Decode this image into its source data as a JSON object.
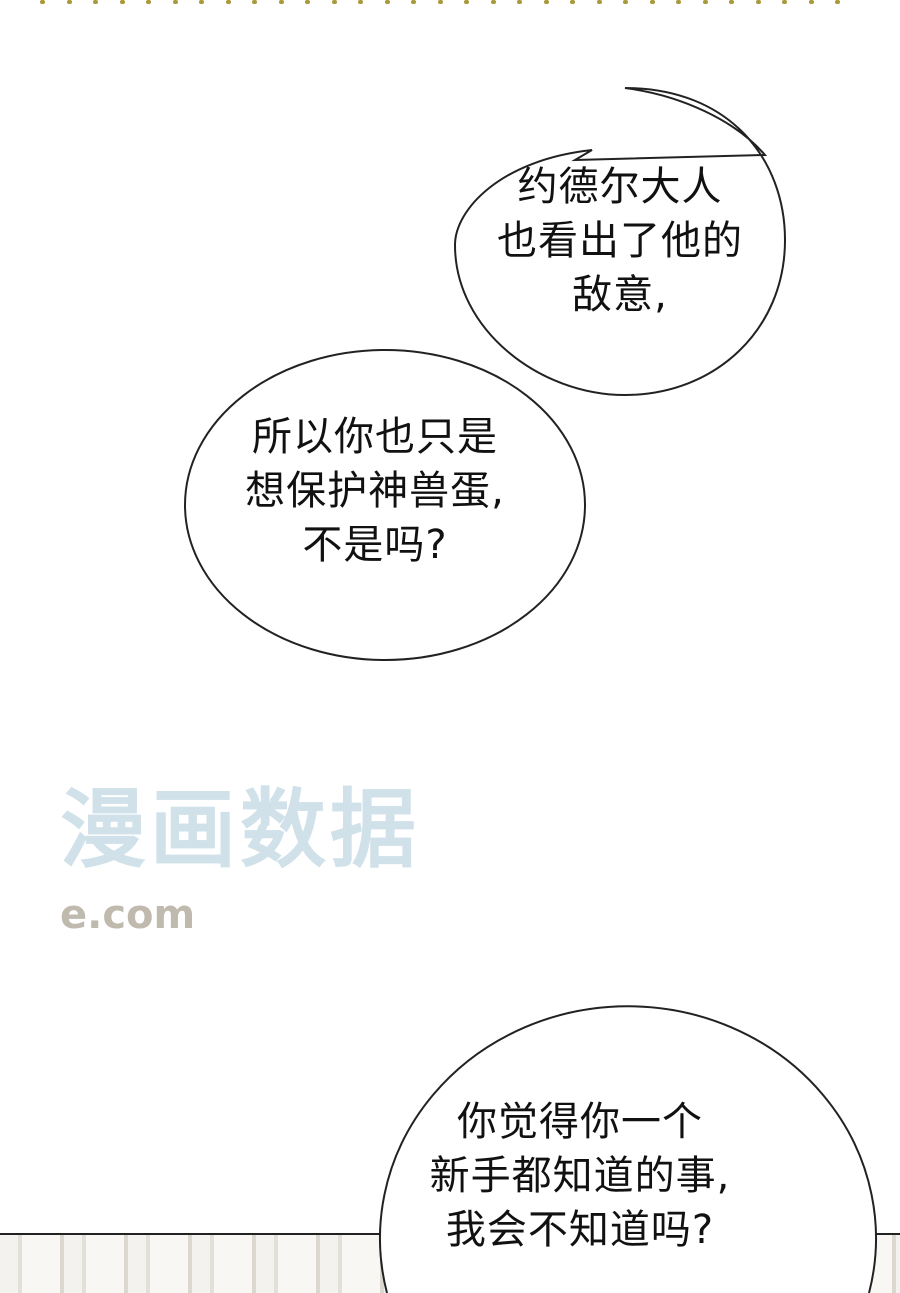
{
  "bubbles": [
    {
      "lines": [
        "约德尔大人",
        "也看出了他的",
        "敌意,"
      ]
    },
    {
      "lines": [
        "所以你也只是",
        "想保护神兽蛋,",
        "不是吗?"
      ]
    },
    {
      "lines": [
        "你觉得你一个",
        "新手都知道的事,",
        "我会不知道吗?"
      ]
    }
  ],
  "watermark": {
    "text": "漫画数据",
    "domain": "e.com"
  }
}
